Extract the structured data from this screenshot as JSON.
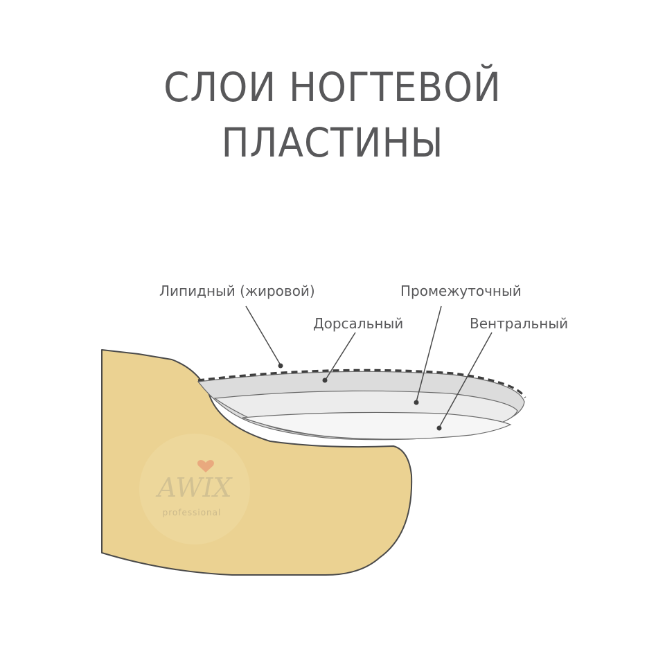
{
  "title": {
    "line1": "СЛОИ НОГТЕВОЙ",
    "line2": "ПЛАСТИНЫ"
  },
  "layers": {
    "lipid": "Липидный (жировой)",
    "dorsal": "Дорсальный",
    "intermediate": "Промежуточный",
    "ventral": "Вентральный"
  },
  "watermark": {
    "brand": "AWIX",
    "sub": "professional"
  },
  "colors": {
    "finger": "#ebd292",
    "dorsal_layer": "#dcdcdc",
    "intermediate_layer": "#ececec",
    "ventral_layer": "#f6f6f6",
    "text": "#58585a",
    "heart": "#e9a07a"
  }
}
